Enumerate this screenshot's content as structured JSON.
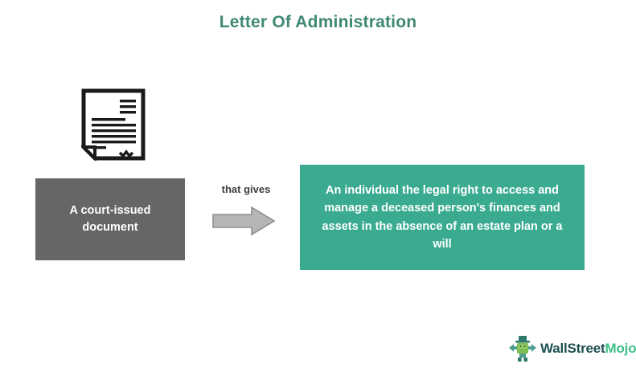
{
  "page": {
    "title": "Letter Of Administration",
    "background_color": "#ffffff",
    "title_color": "#3f8874"
  },
  "diagram": {
    "source_icon": {
      "name": "document-icon",
      "label": "legal document with signature"
    },
    "source_box": {
      "text": "A court-issued document",
      "background_color": "#666666",
      "text_color": "#ffffff"
    },
    "connector": {
      "label": "that gives",
      "label_color": "#3d3d3d",
      "arrow": {
        "name": "right-arrow-icon",
        "direction": "right",
        "fill_color": "#b3b3b3",
        "stroke_color": "#8c8c8c"
      }
    },
    "target_box": {
      "text": "An individual the legal right to access and manage a deceased person's finances and assets in the absence of an estate plan or a will",
      "background_color": "#3aab91",
      "text_color": "#ffffff"
    }
  },
  "footer": {
    "logo": {
      "mark_name": "wallstreetmojo-mascot-icon",
      "text_primary": "WallStreet",
      "text_accent": "Mojo",
      "primary_color": "#1f4f52",
      "accent_color": "#3fbf86"
    }
  }
}
